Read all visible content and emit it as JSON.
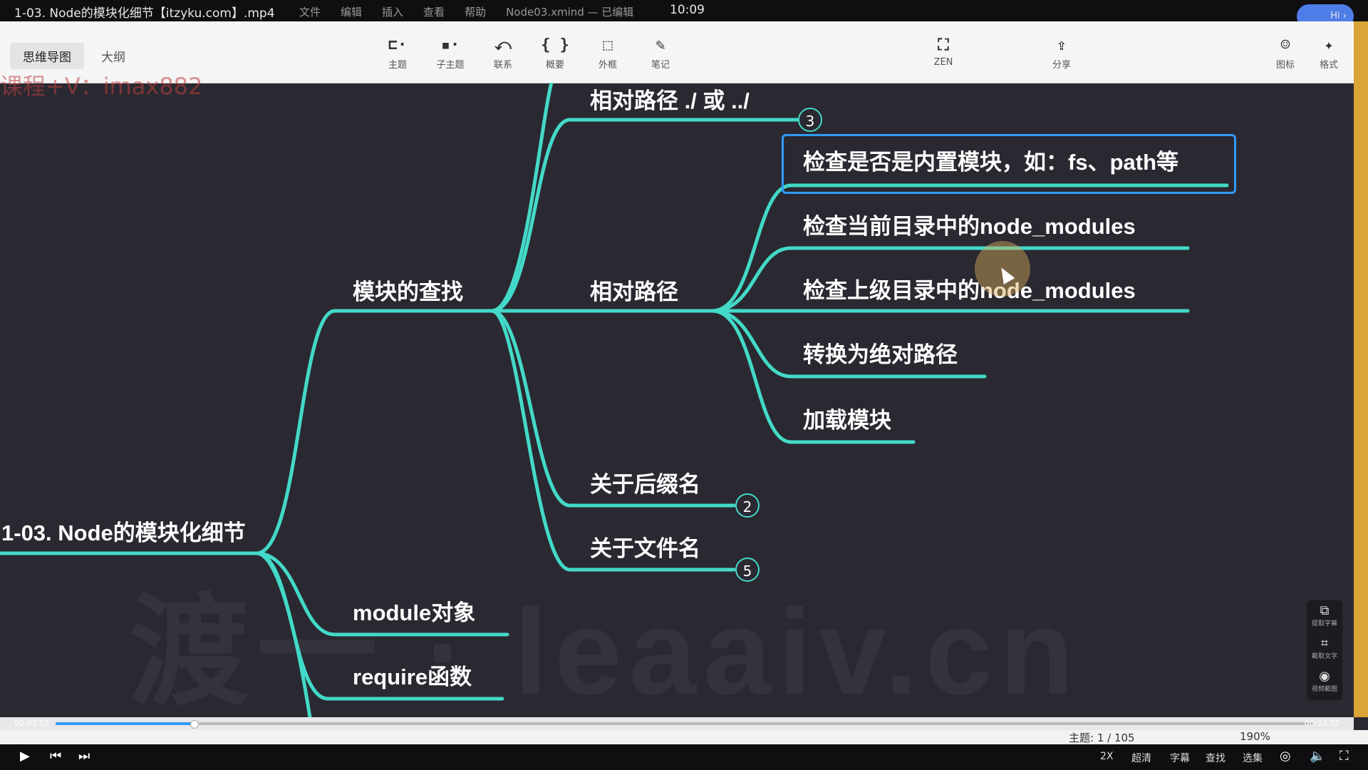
{
  "window": {
    "menu": [
      "文件",
      "编辑",
      "插入",
      "查看",
      "帮助",
      "Node03.xmind — 已编辑"
    ],
    "video_title": "1-03. Node的模块化细节【itzyku.com】.mp4",
    "clock": "10:09",
    "hi_label": "Hi ›"
  },
  "toolbar": {
    "tabs": [
      "思维导图",
      "大纲"
    ],
    "tools": [
      {
        "icon": "⊏·",
        "label": "主题"
      },
      {
        "icon": "▪·",
        "label": "子主题"
      },
      {
        "icon": "⤺",
        "label": "联系"
      },
      {
        "icon": "{ }",
        "label": "概要"
      },
      {
        "icon": "⬚",
        "label": "外框"
      },
      {
        "icon": "✎",
        "label": "笔记"
      },
      {
        "icon": "⛶",
        "label": "ZEN"
      },
      {
        "icon": "⇪",
        "label": "分享"
      },
      {
        "icon": "☺",
        "label": "图标"
      },
      {
        "icon": "✦",
        "label": "格式"
      }
    ]
  },
  "watermark_top": "课程+V：imax882",
  "watermark_big": "渡一 · leaaiv.cn",
  "mindmap": {
    "root": "1-03. Node的模块化细节",
    "nodes": {
      "find": "模块的查找",
      "rel_top": "相对路径 ./ 或 ../",
      "rel": "相对路径",
      "check_builtin": "检查是否是内置模块，如：fs、path等",
      "check_current": "检查当前目录中的node_modules",
      "check_parent": "检查上级目录中的node_modules",
      "to_abs": "转换为绝对路径",
      "load": "加载模块",
      "suffix": "关于后缀名",
      "filename": "关于文件名",
      "module_obj": "module对象",
      "require_fn": "require函数"
    },
    "badges": {
      "rel_top": "3",
      "suffix": "2",
      "filename": "5"
    }
  },
  "side_panel": [
    "提取字幕",
    "截取文字",
    "视频截图"
  ],
  "player": {
    "time_current": "00:03:52",
    "time_total": "00:33:32",
    "progress": 0.11,
    "topic_status": "主题: 1 / 105",
    "zoom": "190%",
    "speed": "2X",
    "quality": "超清",
    "subtitle": "字幕",
    "search": "查找",
    "episodes": "选集"
  },
  "colors": {
    "branch": "#43d9c8",
    "canvas": "#2a2931",
    "selection": "#2f9bff"
  }
}
